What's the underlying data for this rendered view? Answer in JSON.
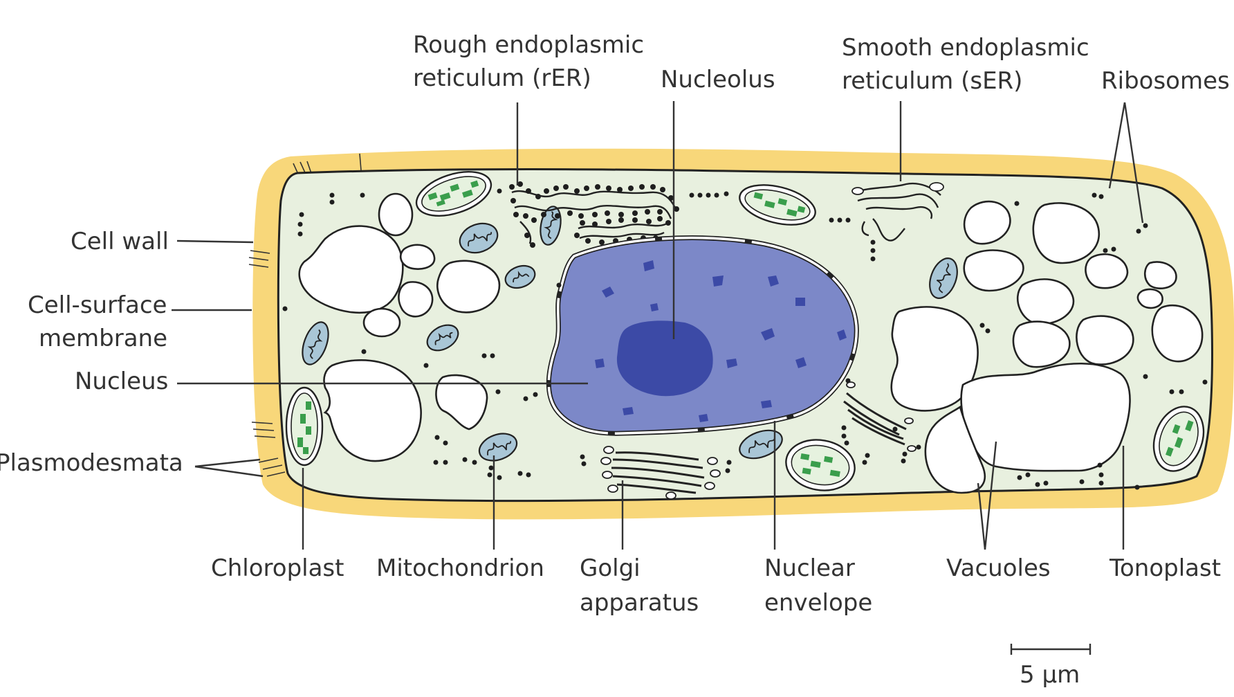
{
  "labels": {
    "rough_er": [
      "Rough endoplasmic",
      "reticulum (rER)"
    ],
    "nucleolus": "Nucleolus",
    "smooth_er": [
      "Smooth endoplasmic",
      "reticulum (sER)"
    ],
    "ribosomes": "Ribosomes",
    "cell_wall": "Cell wall",
    "cell_surface_membrane": [
      "Cell-surface",
      "membrane"
    ],
    "nucleus": "Nucleus",
    "plasmodesmata": "Plasmodesmata",
    "chloroplast": "Chloroplast",
    "mitochondrion": "Mitochondrion",
    "golgi": [
      "Golgi",
      "apparatus"
    ],
    "nuclear_envelope": [
      "Nuclear",
      "envelope"
    ],
    "vacuoles": "Vacuoles",
    "tonoplast": "Tonoplast"
  },
  "scale_bar": {
    "label": "5 µm"
  },
  "colors": {
    "cell_wall": "#f8d77a",
    "cytoplasm": "#e8f0df",
    "nucleus": "#7c88c8",
    "nucleolus": "#3c4aa6",
    "chloroplast_grana": "#3a9e4c",
    "mitochondrion": "#a9c6d6"
  }
}
